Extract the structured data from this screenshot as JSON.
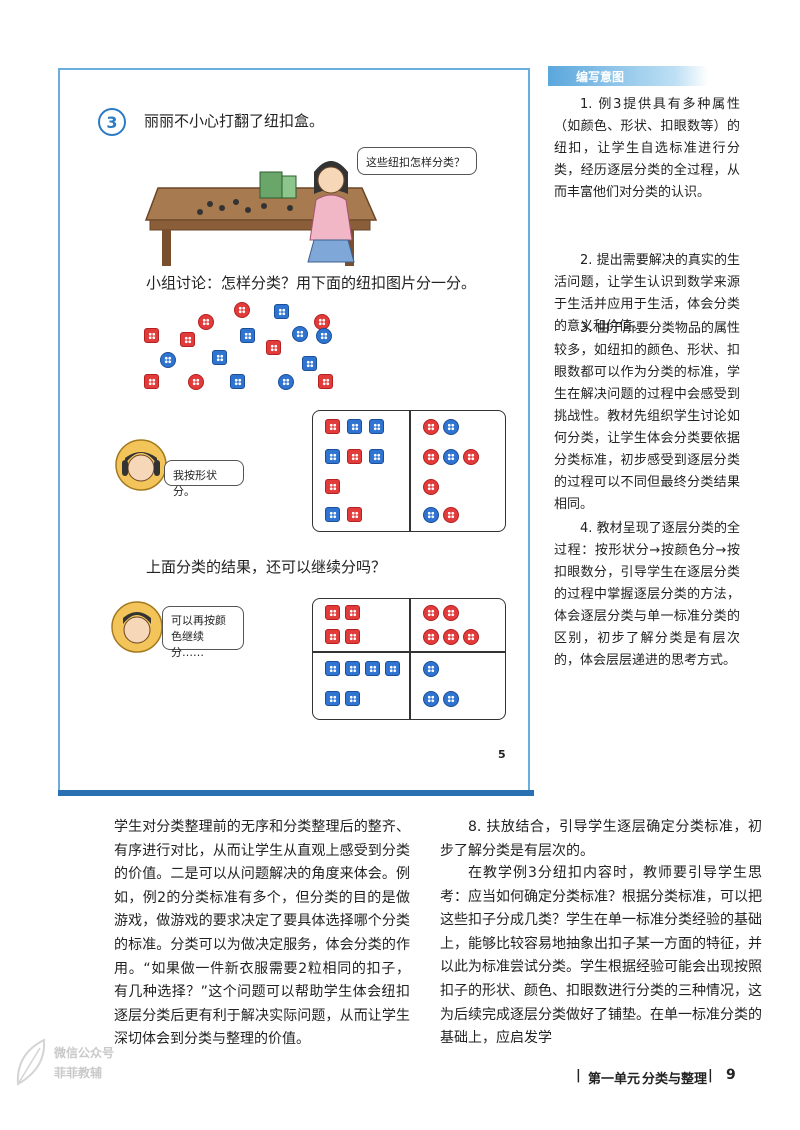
{
  "example": {
    "number": "3",
    "title": "丽丽不小心打翻了纽扣盒。",
    "girl_bubble": "这些纽扣怎样分类？",
    "discussion": "小组讨论：怎样分类？用下面的纽扣图片分一分。",
    "girl2_bubble": "我按形状分。",
    "question2": "上面分类的结果，还可以继续分吗？",
    "boy_bubble": "可以再按颜色继续分……",
    "page_number": "5"
  },
  "sidebar": {
    "header": "编写意图",
    "paragraphs": [
      "1. 例3提供具有多种属性（如颜色、形状、扣眼数等）的纽扣，让学生自选标准进行分类，经历逐层分类的全过程，从而丰富他们对分类的认识。",
      "2. 提出需要解决的真实的生活问题，让学生认识到数学来源于生活并应用于生活，体会分类的意义和价值。",
      "3. 由于所要分类物品的属性较多，如纽扣的颜色、形状、扣眼数都可以作为分类的标准，学生在解决问题的过程中会感受到挑战性。教材先组织学生讨论如何分类，让学生体会分类要依据分类标准，初步感受到逐层分类的过程可以不同但最终分类结果相同。",
      "4. 教材呈现了逐层分类的全过程：按形状分→按颜色分→按扣眼数分，引导学生在逐层分类的过程中掌握逐层分类的方法，体会逐层分类与单一标准分类的区别，初步了解分类是有层次的，体会层层递进的思考方式。"
    ]
  },
  "body_left": "学生对分类整理前的无序和分类整理后的整齐、有序进行对比，从而让学生从直观上感受到分类的价值。二是可以从问题解决的角度来体会。例如，例2的分类标准有多个，但分类的目的是做游戏，做游戏的要求决定了要具体选择哪个分类的标准。分类可以为做决定服务，体会分类的作用。“如果做一件新衣服需要2粒相同的扣子，有几种选择？”这个问题可以帮助学生体会纽扣逐层分类后更有利于解决实际问题，从而让学生深切体会到分类与整理的价值。",
  "body_right_p1": "8. 扶放结合，引导学生逐层确定分类标准，初步了解分类是有层次的。",
  "body_right_p2": "在教学例3分纽扣内容时，教师要引导学生思考：应当如何确定分类标准？根据分类标准，可以把这些扣子分成几类？学生在单一标准分类经验的基础上，能够比较容易地抽象出扣子某一方面的特征，并以此为标准尝试分类。学生根据经验可能会出现按照扣子的形状、颜色、扣眼数进行分类的三种情况，这为后续完成逐层分类做好了铺垫。在单一标准分类的基础上，应启发学",
  "footer": {
    "unit": "第一单元",
    "title": "分类与整理",
    "page": "9"
  },
  "watermark": {
    "line1": "微信公众号",
    "line2": "菲菲教辅"
  },
  "colors": {
    "accent_blue": "#2b7bc4",
    "button_red": "#e23b3b",
    "button_blue": "#2f74d0",
    "panel_border": "#6aaee0"
  }
}
